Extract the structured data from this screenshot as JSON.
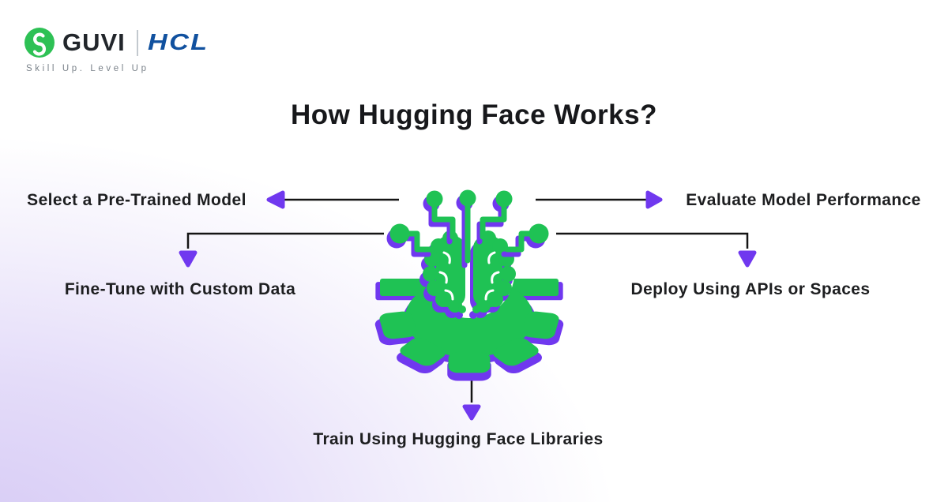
{
  "meta": {
    "background_corner": "#d6caf5"
  },
  "logo": {
    "guvi": "GUVI",
    "hcl": "HCL",
    "tagline": "Skill Up. Level Up",
    "colors": {
      "guvi_green": "#2ec155",
      "hcl_blue": "#11519f",
      "tagline_gray": "#7a828a"
    }
  },
  "title": "How Hugging Face Works?",
  "diagram": {
    "center_icon": "brain-circuit-gear",
    "colors": {
      "green": "#1fc254",
      "purple": "#7038ef",
      "connector": "#141414"
    },
    "steps": [
      {
        "label": "Select a Pre-Trained Model",
        "position": "top-left",
        "arrow": "left"
      },
      {
        "label": "Evaluate Model Performance",
        "position": "top-right",
        "arrow": "right"
      },
      {
        "label": "Fine-Tune with Custom Data",
        "position": "mid-left",
        "arrow": "down"
      },
      {
        "label": "Deploy Using APIs or Spaces",
        "position": "mid-right",
        "arrow": "down"
      },
      {
        "label": "Train Using Hugging Face Libraries",
        "position": "bottom",
        "arrow": "down"
      }
    ]
  }
}
